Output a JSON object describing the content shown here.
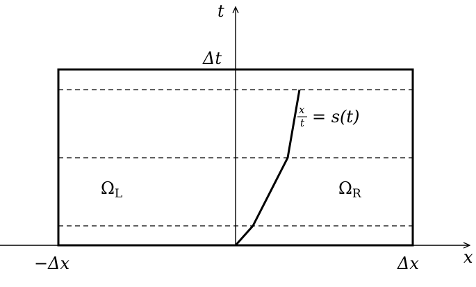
{
  "axes": {
    "t_label": "t",
    "x_label": "x"
  },
  "labels": {
    "delta_t": "Δt",
    "neg_delta_x": "−Δx",
    "delta_x": "Δx",
    "omega_left": "Ω",
    "omega_left_sub": "L",
    "omega_right": "Ω",
    "omega_right_sub": "R",
    "shock_frac_num": "x",
    "shock_frac_den": "t",
    "shock_rhs": "= s(t)"
  }
}
